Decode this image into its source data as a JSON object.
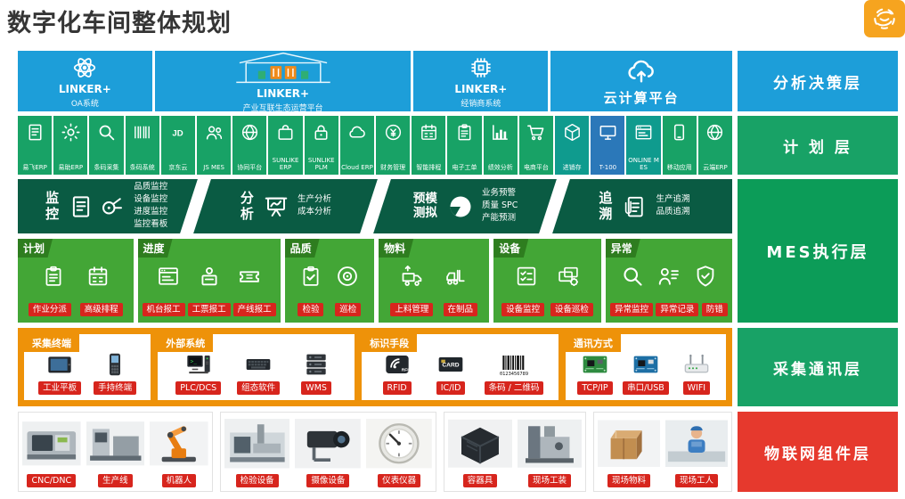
{
  "page": {
    "title": "数字化车间整体规划",
    "corner_icon": "brand"
  },
  "right_labels": [
    {
      "label": "分析决策层"
    },
    {
      "label": "计 划 层"
    },
    {
      "label": "MES执行层"
    },
    {
      "label": "采集通讯层"
    },
    {
      "label": "物联网组件层"
    }
  ],
  "decision_layer": {
    "panels": [
      {
        "icon": "atom",
        "title": "LINKER+",
        "subtitle": "OA系统"
      },
      {
        "icon": "platform",
        "title": "LINKER+",
        "subtitle": "产业互联生态运营平台"
      },
      {
        "icon": "chip",
        "title": "LINKER+",
        "subtitle": "经销商系统"
      },
      {
        "icon": "cloud-up",
        "title": "云计算平台",
        "subtitle": ""
      }
    ]
  },
  "plan_layer": {
    "items": [
      {
        "icon": "doc",
        "label": "易飞ERP",
        "tint": "g"
      },
      {
        "icon": "gear",
        "label": "易助ERP",
        "tint": "g"
      },
      {
        "icon": "search",
        "label": "条码采集",
        "tint": "g"
      },
      {
        "icon": "barcode",
        "label": "条码系统",
        "tint": "g"
      },
      {
        "icon": "jd",
        "label": "京东云",
        "tint": "g"
      },
      {
        "icon": "people",
        "label": "JS MES",
        "tint": "g"
      },
      {
        "icon": "globe",
        "label": "协同平台",
        "tint": "g"
      },
      {
        "icon": "bag",
        "label": "SUNLIKE ERP",
        "tint": "g"
      },
      {
        "icon": "lock",
        "label": "SUNLIKE PLM",
        "tint": "g"
      },
      {
        "icon": "cloud",
        "label": "Cloud ERP",
        "tint": "g"
      },
      {
        "icon": "money",
        "label": "财务管理",
        "tint": "g"
      },
      {
        "icon": "calendar",
        "label": "智能排程",
        "tint": "g"
      },
      {
        "icon": "clipboard",
        "label": "电子工单",
        "tint": "g"
      },
      {
        "icon": "chart",
        "label": "绩效分析",
        "tint": "g"
      },
      {
        "icon": "cart",
        "label": "电商平台",
        "tint": "g"
      },
      {
        "icon": "cube",
        "label": "进销存",
        "tint": "teal"
      },
      {
        "icon": "monitor",
        "label": "T-100",
        "tint": "blue"
      },
      {
        "icon": "window",
        "label": "ONLINE MES",
        "tint": "teal"
      },
      {
        "icon": "phone",
        "label": "移动应用",
        "tint": "g"
      },
      {
        "icon": "globe",
        "label": "云端ERP",
        "tint": "g"
      }
    ]
  },
  "mes_strip": {
    "groups": [
      {
        "tag": "监控",
        "tag_cols": "one",
        "icons": [
          "doc",
          "roller"
        ],
        "items": [
          "品质监控",
          "设备监控",
          "进度监控",
          "监控看板"
        ]
      },
      {
        "tag": "分析",
        "tag_cols": "one",
        "icons": [
          "board"
        ],
        "items": [
          "生产分析",
          "成本分析"
        ]
      },
      {
        "tag": "预模测拟",
        "tag_cols": "two",
        "icons": [
          "pie"
        ],
        "items": [
          "业务预警",
          "质量 SPC",
          "产能预测"
        ]
      },
      {
        "tag": "追溯",
        "tag_cols": "one",
        "icons": [
          "doc-clip"
        ],
        "items": [
          "生产追溯",
          "品质追溯"
        ]
      }
    ]
  },
  "mes_boxes": [
    {
      "tag": "计划",
      "icons": [
        "clipboard",
        "calendar"
      ],
      "chips": [
        "作业分派",
        "高级排程"
      ]
    },
    {
      "tag": "进度",
      "icons": [
        "window",
        "kiosk",
        "ticket"
      ],
      "chips": [
        "机台报工",
        "工票报工",
        "产线报工"
      ]
    },
    {
      "tag": "品质",
      "icons": [
        "clipboard-check",
        "camera-circle"
      ],
      "chips": [
        "检验",
        "巡检"
      ]
    },
    {
      "tag": "物料",
      "icons": [
        "truck-up",
        "forklift"
      ],
      "chips": [
        "上料管理",
        "在制品"
      ]
    },
    {
      "tag": "设备",
      "icons": [
        "checklist",
        "screens-gear"
      ],
      "chips": [
        "设备监控",
        "设备巡检"
      ]
    },
    {
      "tag": "异常",
      "icons": [
        "search",
        "person-list",
        "shield"
      ],
      "chips": [
        "异常监控",
        "异常记录",
        "防错"
      ]
    }
  ],
  "comm_layer": {
    "boxes": [
      {
        "tag": "采集终端",
        "items": [
          {
            "icon": "tablet",
            "chip": "工业平板"
          },
          {
            "icon": "handheld",
            "chip": "手持终端"
          }
        ]
      },
      {
        "tag": "外部系统",
        "items": [
          {
            "icon": "pc",
            "chip": "PLC/DCS"
          },
          {
            "icon": "keyboard",
            "chip": "组态软件"
          },
          {
            "icon": "server",
            "chip": "WMS"
          }
        ]
      },
      {
        "tag": "标识手段",
        "items": [
          {
            "icon": "rfid",
            "chip": "RFID"
          },
          {
            "icon": "card",
            "chip": "IC/ID"
          },
          {
            "icon": "barcode-num",
            "chip": "条码 / 二维码"
          }
        ]
      },
      {
        "tag": "通讯方式",
        "items": [
          {
            "icon": "pcb-green",
            "chip": "TCP/IP"
          },
          {
            "icon": "pcb-blue",
            "chip": "串口/USB"
          },
          {
            "icon": "router",
            "chip": "WIFI"
          }
        ]
      }
    ]
  },
  "iot_layer": {
    "groups": [
      {
        "items": [
          {
            "icon": "photo-cnc",
            "chip": "CNC/DNC"
          },
          {
            "icon": "photo-prodline",
            "chip": "生产线"
          },
          {
            "icon": "photo-robot",
            "chip": "机器人"
          }
        ]
      },
      {
        "items": [
          {
            "icon": "photo-inspect",
            "chip": "检验设备"
          },
          {
            "icon": "photo-camera",
            "chip": "摄像设备"
          },
          {
            "icon": "photo-gauge",
            "chip": "仪表仪器"
          }
        ]
      },
      {
        "items": [
          {
            "icon": "photo-container",
            "chip": "容器具"
          },
          {
            "icon": "photo-tooling",
            "chip": "现场工装"
          }
        ]
      },
      {
        "items": [
          {
            "icon": "photo-material",
            "chip": "现场物料"
          },
          {
            "icon": "photo-worker",
            "chip": "现场工人"
          }
        ]
      }
    ]
  }
}
